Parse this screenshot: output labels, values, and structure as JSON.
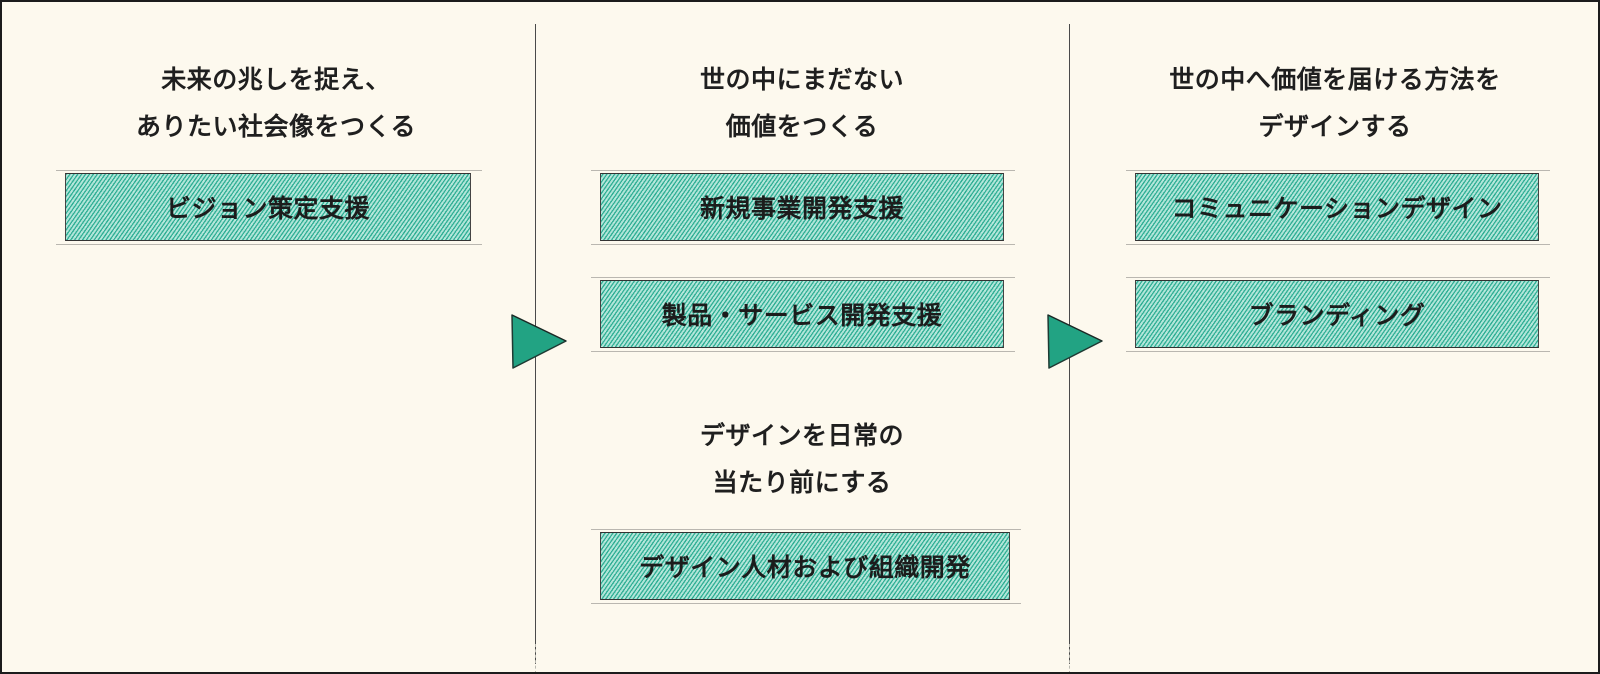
{
  "columns": [
    {
      "heading": [
        "未来の兆しを捉え、",
        "ありたい社会像をつくる"
      ],
      "items": [
        "ビジョン策定支援"
      ]
    },
    {
      "heading": [
        "世の中にまだない",
        "価値をつくる"
      ],
      "items": [
        "新規事業開発支援",
        "製品・サービス開発支援"
      ],
      "heading2": [
        "デザインを日常の",
        "当たり前にする"
      ],
      "items2": [
        "デザイン人材および組織開発"
      ]
    },
    {
      "heading": [
        "世の中へ価値を届ける方法を",
        "デザインする"
      ],
      "items": [
        "コミュニケーションデザイン",
        "ブランディング"
      ]
    }
  ],
  "colors": {
    "background": "#fdf9ee",
    "box_fill": "#8ed9c8",
    "box_hatch": "#20a88c",
    "arrow": "#22a383",
    "text": "#1f1f1f"
  },
  "icons": {
    "arrow": "triangle-right-icon"
  }
}
